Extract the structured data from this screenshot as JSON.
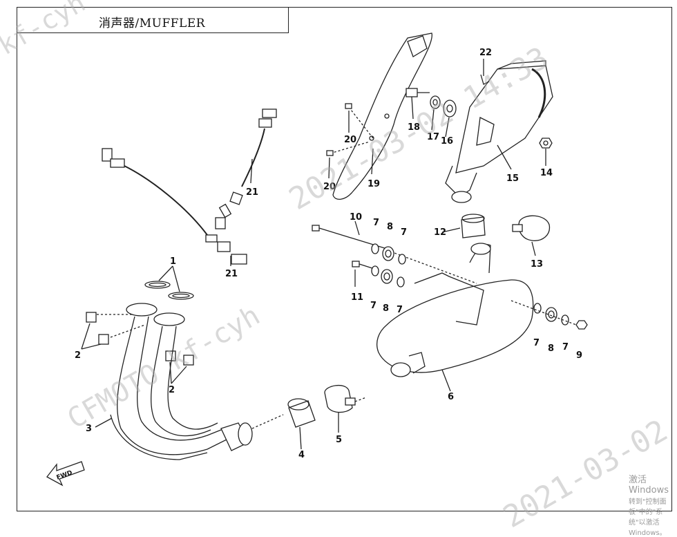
{
  "title": "消声器/MUFFLER",
  "callouts": [
    {
      "id": "c1",
      "label": "1"
    },
    {
      "id": "c2a",
      "label": "2"
    },
    {
      "id": "c2b",
      "label": "2"
    },
    {
      "id": "c3",
      "label": "3"
    },
    {
      "id": "c4",
      "label": "4"
    },
    {
      "id": "c5",
      "label": "5"
    },
    {
      "id": "c6",
      "label": "6"
    },
    {
      "id": "c7a",
      "label": "7"
    },
    {
      "id": "c7b",
      "label": "7"
    },
    {
      "id": "c7c",
      "label": "7"
    },
    {
      "id": "c7d",
      "label": "7"
    },
    {
      "id": "c7e",
      "label": "7"
    },
    {
      "id": "c7f",
      "label": "7"
    },
    {
      "id": "c8a",
      "label": "8"
    },
    {
      "id": "c8b",
      "label": "8"
    },
    {
      "id": "c8c",
      "label": "8"
    },
    {
      "id": "c9",
      "label": "9"
    },
    {
      "id": "c10",
      "label": "10"
    },
    {
      "id": "c11",
      "label": "11"
    },
    {
      "id": "c12",
      "label": "12"
    },
    {
      "id": "c13",
      "label": "13"
    },
    {
      "id": "c14",
      "label": "14"
    },
    {
      "id": "c15",
      "label": "15"
    },
    {
      "id": "c16",
      "label": "16"
    },
    {
      "id": "c17",
      "label": "17"
    },
    {
      "id": "c18",
      "label": "18"
    },
    {
      "id": "c19",
      "label": "19"
    },
    {
      "id": "c20a",
      "label": "20"
    },
    {
      "id": "c20b",
      "label": "20"
    },
    {
      "id": "c21a",
      "label": "21"
    },
    {
      "id": "c21b",
      "label": "21"
    },
    {
      "id": "c22",
      "label": "22"
    }
  ],
  "fwd_label": "FWD",
  "watermarks": {
    "timestamp": "2021-03-02 14:33",
    "timestamp_bottom": "2021-03-02",
    "user_top": "kf-cyh",
    "user_mid": "CFMOTO kf-cyh"
  },
  "windows_notice": {
    "line1": "激活 Windows",
    "line2": "转到\"控制面板\"中的\"系统\"以激活 Windows。"
  }
}
